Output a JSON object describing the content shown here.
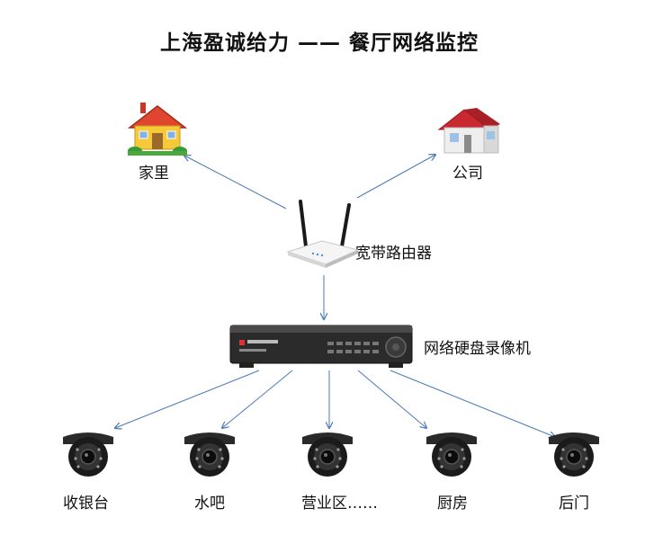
{
  "title": "上海盈诚给力 —— 餐厅网络监控",
  "nodes": {
    "home": {
      "label": "家里",
      "icon": "house-icon"
    },
    "office": {
      "label": "公司",
      "icon": "building-icon"
    },
    "router": {
      "label": "宽带路由器",
      "icon": "router-icon"
    },
    "dvr": {
      "label": "网络硬盘录像机",
      "icon": "dvr-icon"
    },
    "cameras": [
      {
        "label": "收银台",
        "icon": "camera-icon"
      },
      {
        "label": "水吧",
        "icon": "camera-icon"
      },
      {
        "label": "营业区……",
        "icon": "camera-icon"
      },
      {
        "label": "厨房",
        "icon": "camera-icon"
      },
      {
        "label": "后门",
        "icon": "camera-icon"
      }
    ]
  },
  "colors": {
    "arrow": "#4a7ab8",
    "house_roof": "#d83a2b",
    "house_wall": "#f4c430",
    "office_roof": "#c0282d"
  }
}
